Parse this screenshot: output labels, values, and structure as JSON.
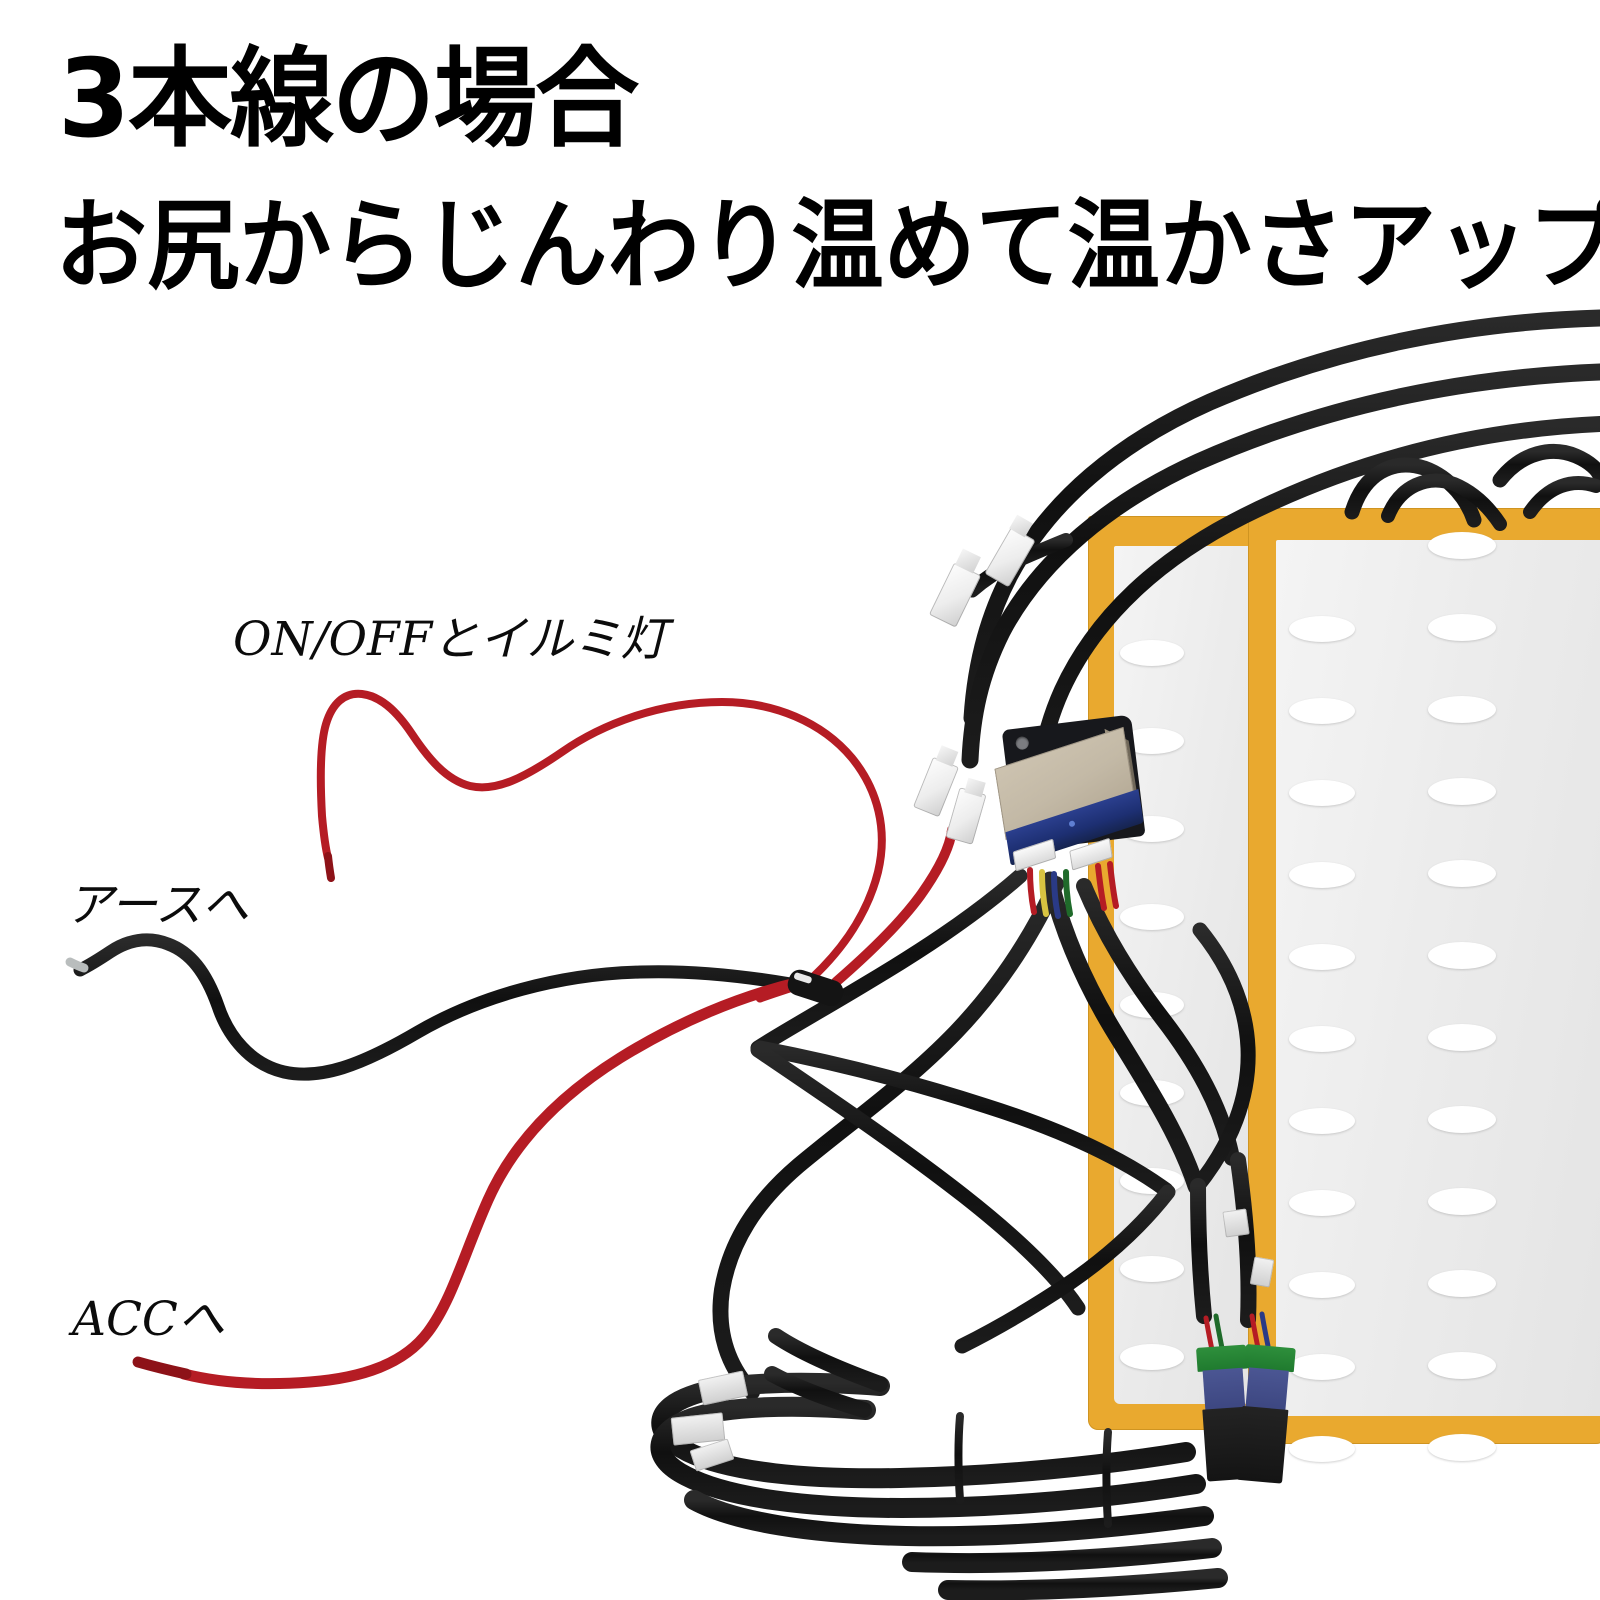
{
  "headline": {
    "title": "3本線の場合",
    "subtitle": "お尻からじんわり温めて温かさアップ"
  },
  "annotations": [
    {
      "id": "switch",
      "text": "ON/OFFとイルミ灯"
    },
    {
      "id": "ground",
      "text": "アースへ"
    },
    {
      "id": "acc",
      "text": "ACCへ"
    }
  ],
  "colors": {
    "pad_border": "#e9a92f",
    "pad_surface": "#ececec",
    "pad_hole": "#ffffff",
    "cable_black": "#121212",
    "wire_red": "#b51c24",
    "controller_top": "#c3b9a6",
    "controller_body": "#1d2f72",
    "connector_green": "#1f7a2e",
    "connector_blue": "#3c4680",
    "connector_black": "#141414",
    "terminal_white": "#ededed",
    "text_black": "#000000",
    "background": "#ffffff"
  },
  "product": {
    "pads": [
      {
        "name": "left-heating-pad",
        "columns": 1,
        "holes_per_column": 9
      },
      {
        "name": "right-heating-pad",
        "columns": 2,
        "holes_per_column": 11
      }
    ],
    "controller": {
      "name": "heater-control-module"
    },
    "harness_coil": {
      "name": "wiring-harness-coil"
    },
    "terminals": {
      "spade_count": 4,
      "plug_count": 2
    }
  }
}
